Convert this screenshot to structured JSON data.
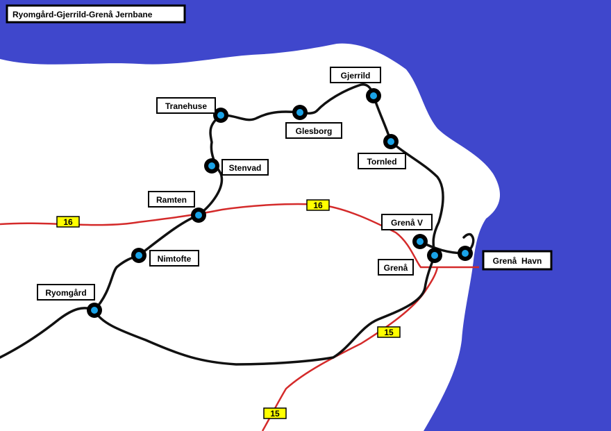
{
  "title": "Ryomgård-Gjerrild-Grenå Jernbane",
  "colors": {
    "sea": "#3f47cc",
    "land": "#ffffff",
    "railway": "#111111",
    "road": "#d42a2a",
    "station_outer": "#000000",
    "station_inner": "#1aa3e8",
    "route_badge": "#ffff00"
  },
  "stations": [
    {
      "name": "Ryomgård"
    },
    {
      "name": "Nimtofte"
    },
    {
      "name": "Ramten"
    },
    {
      "name": "Stenvad"
    },
    {
      "name": "Tranehuse"
    },
    {
      "name": "Glesborg"
    },
    {
      "name": "Gjerrild"
    },
    {
      "name": "Tornled"
    },
    {
      "name": "Grenå V"
    },
    {
      "name": "Grenå"
    },
    {
      "name": "Grenå  Havn"
    }
  ],
  "roads": [
    {
      "number": "16"
    },
    {
      "number": "15"
    }
  ]
}
